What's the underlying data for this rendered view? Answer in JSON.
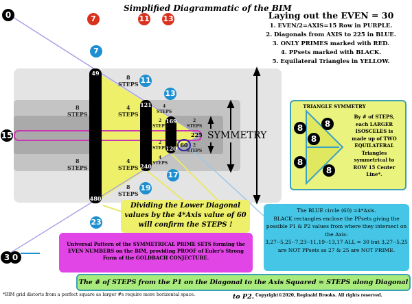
{
  "title": "Simplified Diagrammatic of the BIM",
  "header": {
    "heading": "Laying out the EVEN = 30",
    "items": [
      "1. EVEN/2=AXIS=15 Row in PURPLE.",
      "2. Diagonals from AXIS to 225 in BLUE.",
      "3. ONLY PRIMES marked with RED.",
      "4. PPsets marked with BLACK.",
      "5. Equilateral Triangles in YELLOW."
    ]
  },
  "circles": {
    "zero": "0",
    "red": [
      "7",
      "11",
      "13"
    ],
    "blue": [
      "7",
      "11",
      "13",
      "17",
      "19",
      "23"
    ],
    "row": "15",
    "even": [
      "3",
      "0"
    ]
  },
  "bars": [
    {
      "top": "49",
      "bottom": "480"
    },
    {
      "top": "121",
      "bottom": "240"
    },
    {
      "top": "169",
      "bottom": "120"
    }
  ],
  "steps": {
    "s8": "8",
    "s4": "4",
    "s2": "2",
    "label": "STEPS"
  },
  "axis_value": "225",
  "blue_circle": "60",
  "symmetry": "SYMMETRY",
  "triangle_box": {
    "title": "TRIANGLE SYMMETRY",
    "eight": "8",
    "text": "By # of STEPS, each LARGER ISOSCELES is made up of TWO EQUILATERAL Triangles symmetrical to ROW 15 Center Line*."
  },
  "callout": "Dividing the Lower Diagonal values by the 4*Axis value of 60 will confirm the STEPS !",
  "magenta_box": "Universal Pattern of the SYMMETRICAL PRIME SETS forming the EVEN NUMBERS on the BIM, providing PROOF of Euler's Strong Form of the GOLDBACH CONJECTURE.",
  "blue_box": [
    "The BLUE circle (60) =4*Axis.",
    "BLACK rectangles enclose the PPsets giving the possible P1 & P2 values from where they intersect on the Axis:",
    "3,27--5,25--7,23--11,19--13,17 ALL = 30 but 3,27--5,25 are NOT PPsets as 27 & 25 are NOT PRIME."
  ],
  "green_bar": "The # of STEPS from the P1 on the Diagonal to the Axis Squared = STEPS along Diagonal to P2.",
  "footnote": "*BIM grid distorts from a perfect square as larger #s require more horizontal space.",
  "copyright": "Copyright©2020, Reginald Brooks. All rights reserved."
}
